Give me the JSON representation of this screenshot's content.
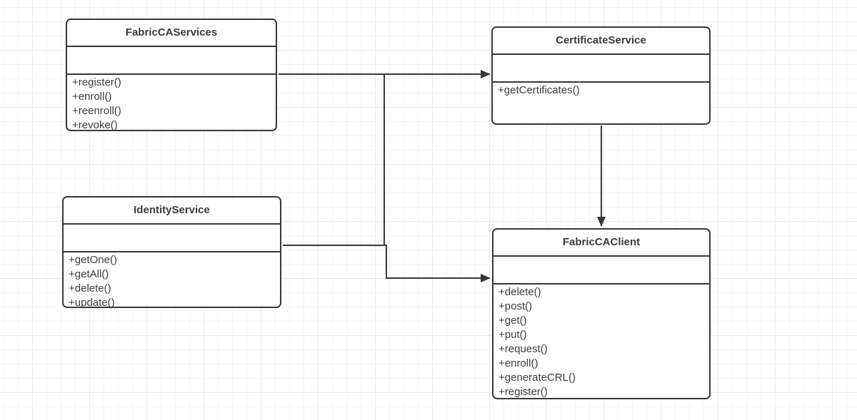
{
  "canvas": {
    "background_color": "#ffffff",
    "grid_minor_color": "#f4f4f4",
    "grid_major_color": "#e9e9e9",
    "stroke_color": "#383838",
    "text_color": "#3b3b3b"
  },
  "classes": [
    {
      "id": "fabric-ca-services",
      "title": "FabricCAServices",
      "attributes": [],
      "methods": [
        "+register()",
        "+enroll()",
        "+reenroll()",
        "+revoke()"
      ]
    },
    {
      "id": "certificate-service",
      "title": "CertificateService",
      "attributes": [],
      "methods": [
        "+getCertificates()"
      ]
    },
    {
      "id": "identity-service",
      "title": "IdentityService",
      "attributes": [],
      "methods": [
        "+getOne()",
        "+getAll()",
        "+delete()",
        "+update()"
      ]
    },
    {
      "id": "fabric-ca-client",
      "title": "FabricCAClient",
      "attributes": [],
      "methods": [
        "+delete()",
        "+post()",
        "+get()",
        "+put()",
        "+request()",
        "+enroll()",
        "+generateCRL()",
        "+register()"
      ]
    }
  ],
  "relations": [
    {
      "from": "FabricCAServices",
      "to": "CertificateService",
      "type": "directed-arrow"
    },
    {
      "from": "FabricCAServices",
      "to": "FabricCAClient",
      "type": "directed-arrow"
    },
    {
      "from": "IdentityService",
      "to": "FabricCAClient",
      "type": "directed-arrow"
    },
    {
      "from": "CertificateService",
      "to": "FabricCAClient",
      "type": "directed-arrow"
    }
  ]
}
